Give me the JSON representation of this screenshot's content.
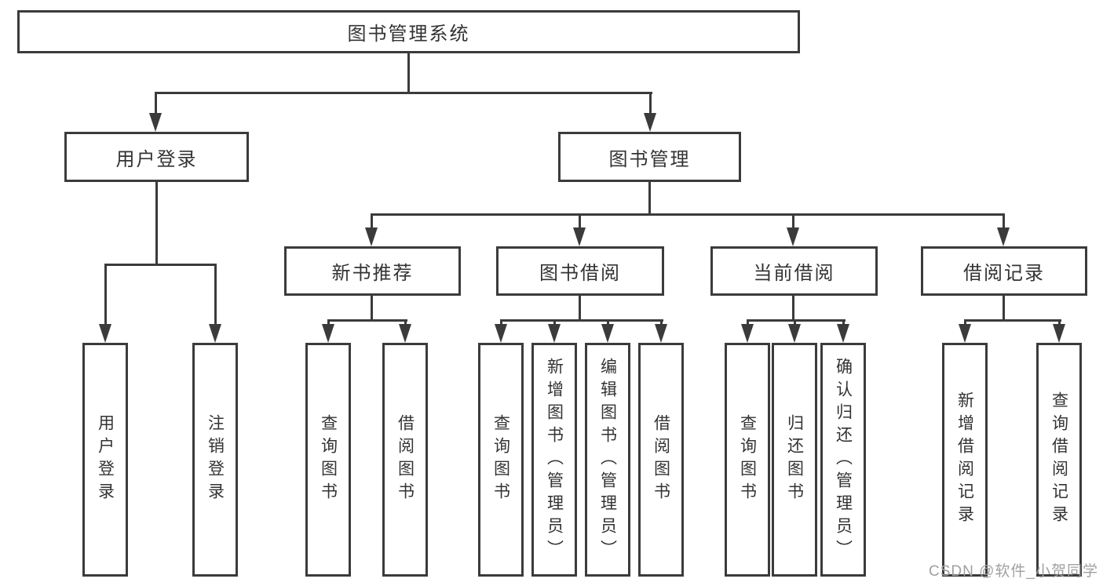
{
  "diagram": {
    "root": {
      "label": "图书管理系统"
    },
    "branches": {
      "user_login": {
        "label": "用户登录",
        "children": [
          {
            "label": "用户登录"
          },
          {
            "label": "注销登录"
          }
        ]
      },
      "book_management": {
        "label": "图书管理",
        "sections": {
          "new_book_recommend": {
            "label": "新书推荐",
            "children": [
              {
                "label": "查询图书"
              },
              {
                "label": "借阅图书"
              }
            ]
          },
          "book_borrow": {
            "label": "图书借阅",
            "children": [
              {
                "label": "查询图书"
              },
              {
                "label": "新增图书（管理员）"
              },
              {
                "label": "编辑图书（管理员）"
              },
              {
                "label": "借阅图书"
              }
            ]
          },
          "current_borrow": {
            "label": "当前借阅",
            "children": [
              {
                "label": "查询图书"
              },
              {
                "label": "归还图书"
              },
              {
                "label": "确认归还（管理员）"
              }
            ]
          },
          "borrow_records": {
            "label": "借阅记录",
            "children": [
              {
                "label": "新增借阅记录"
              },
              {
                "label": "查询借阅记录"
              }
            ]
          }
        }
      }
    }
  },
  "watermark": {
    "text": "CSDN @软件_小贺同学"
  },
  "colors": {
    "line": "#3b3b3b",
    "text": "#333333",
    "background": "#ffffff",
    "watermark": "#a0a0a0"
  }
}
